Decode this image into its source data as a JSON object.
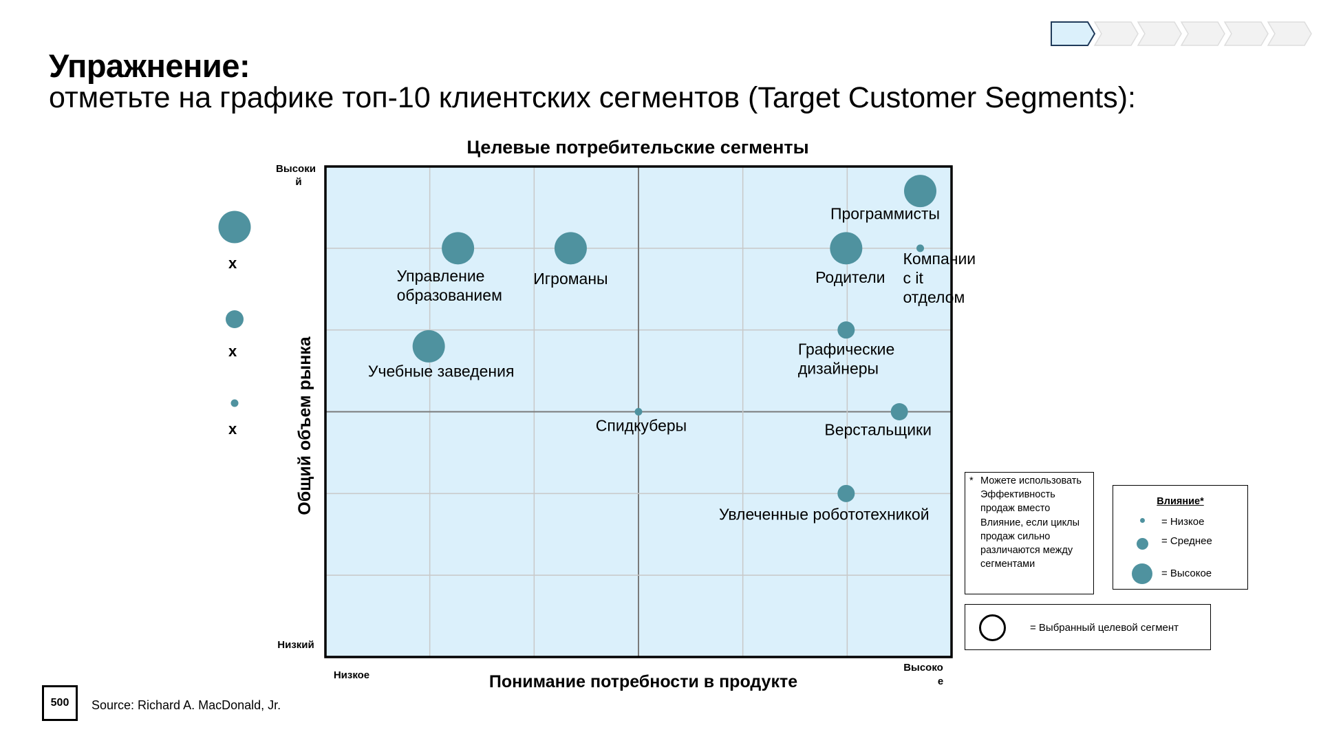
{
  "header": {
    "title": "Упражнение:",
    "subtitle": "отметьте на графике топ-10 клиентских сегментов (Target Customer Segments):"
  },
  "progress": {
    "steps": 6,
    "active": 1
  },
  "chart_data": {
    "type": "scatter",
    "title": "Целевые потребительские сегменты",
    "xlabel": "Понимание потребности в продукте",
    "ylabel": "Общий объем рынка",
    "x_low_label": "Низкое",
    "x_high_label": "Высоко е",
    "y_high_label": "Высоки й",
    "y_low_label": "Низкий",
    "xlim": [
      0,
      6
    ],
    "ylim": [
      0,
      6
    ],
    "grid": true,
    "point_color": "#4f929f",
    "plot_bg": "#dbf0fb",
    "points": [
      {
        "label": "Программисты",
        "x": 5.7,
        "y": 5.7,
        "size": "high"
      },
      {
        "label": "Управление образованием",
        "x": 1.27,
        "y": 5.0,
        "size": "high"
      },
      {
        "label": "Игроманы",
        "x": 2.35,
        "y": 5.0,
        "size": "high"
      },
      {
        "label": "Родители",
        "x": 4.99,
        "y": 5.0,
        "size": "high"
      },
      {
        "label": "Компании с it отделом",
        "x": 5.7,
        "y": 5.0,
        "size": "low"
      },
      {
        "label": "Учебные заведения",
        "x": 0.99,
        "y": 3.8,
        "size": "high"
      },
      {
        "label": "Графические дизайнеры",
        "x": 4.99,
        "y": 4.0,
        "size": "medium"
      },
      {
        "label": "Спидкуберы",
        "x": 3.0,
        "y": 3.0,
        "size": "low"
      },
      {
        "label": "Верстальщики",
        "x": 5.5,
        "y": 3.0,
        "size": "medium"
      },
      {
        "label": "Увлеченные робототехникой",
        "x": 4.99,
        "y": 2.0,
        "size": "medium"
      }
    ]
  },
  "left_legend": {
    "x_mark": "x"
  },
  "note": {
    "star": "*",
    "text": "Можете использовать Эффективность продаж вместо Влияние, если циклы продаж сильно различаются между сегментами"
  },
  "influence_legend": {
    "title": "Влияние*",
    "low": "= Низкое",
    "medium": "= Среднее",
    "high": "= Высокое"
  },
  "selected_legend": {
    "text": "= Выбранный целевой сегмент"
  },
  "source": {
    "logo": "500",
    "text": "Source: Richard A. MacDonald, Jr."
  }
}
